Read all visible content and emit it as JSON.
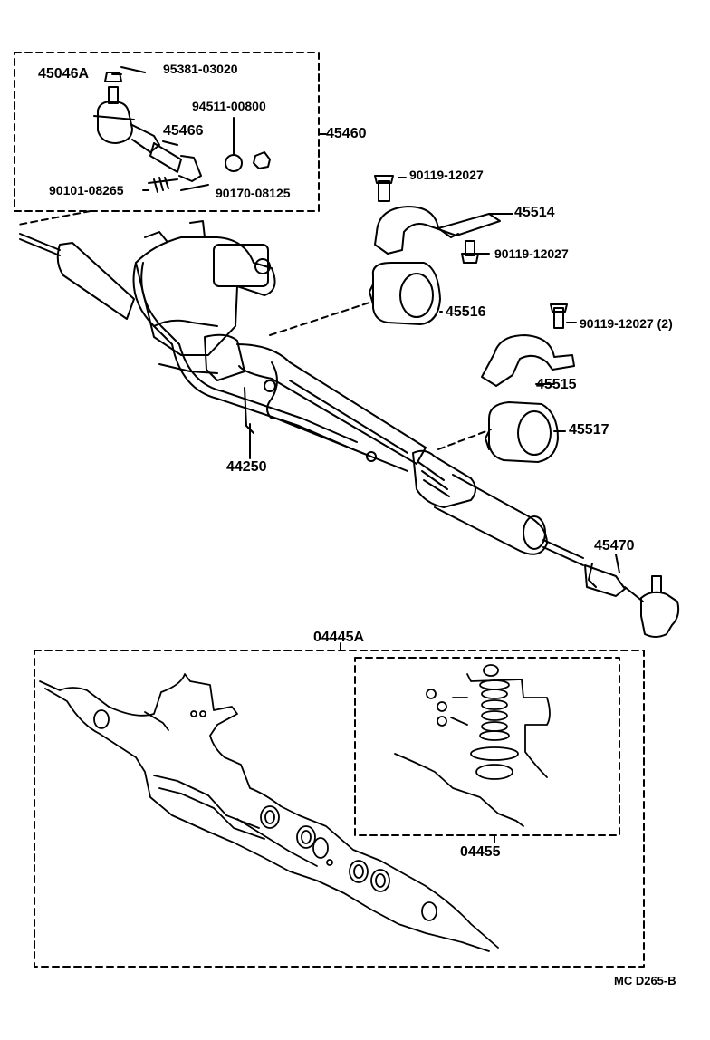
{
  "colors": {
    "ink": "#000000",
    "paper": "#ffffff"
  },
  "diagram": {
    "code": "MC D265-B",
    "parts": {
      "tie_rod_end_nut": "45046A",
      "cotter_pin": "95381-03020",
      "washer_nut": "94511-00800",
      "rack_end": "45466",
      "tie_rod_assy": "45460",
      "bolt_left": "90101-08265",
      "nut_left": "90170-08125",
      "bolt_a": "90119-12027",
      "bracket_upper": "45514",
      "bolt_b": "90119-12027",
      "bushing_upper": "45516",
      "bolt_c": "90119-12027 (2)",
      "bracket_lower": "45515",
      "bushing_lower": "45517",
      "gear_assy": "44250",
      "tie_rod_end_right": "45470",
      "gasket_kit": "04445A",
      "seal_kit": "04455"
    }
  }
}
